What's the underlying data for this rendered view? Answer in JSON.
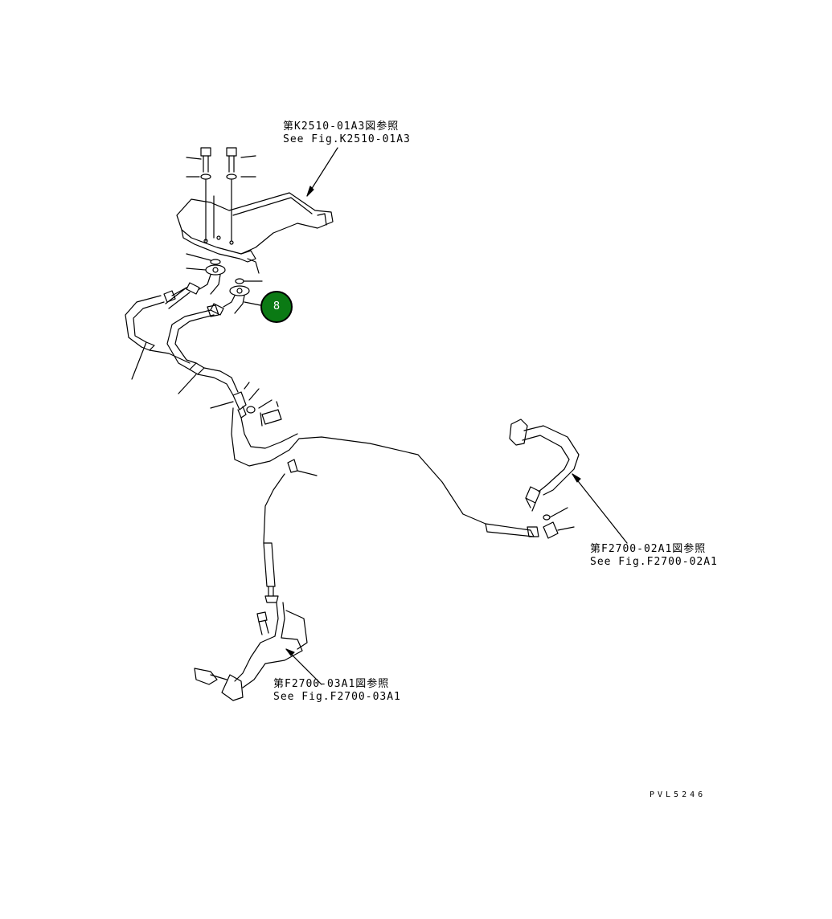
{
  "references": [
    {
      "id": "k2510",
      "line1": "第K2510-01A3図参照",
      "line2": "See Fig.K2510-01A3"
    },
    {
      "id": "f2700-02",
      "line1": "第F2700-02A1図参照",
      "line2": "See Fig.F2700-02A1"
    },
    {
      "id": "f2700-03",
      "line1": "第F2700-03A1図参照",
      "line2": "See Fig.F2700-03A1"
    }
  ],
  "callout": {
    "label": "8",
    "color": "#0b7a14"
  },
  "drawing_code": "PVL5246"
}
